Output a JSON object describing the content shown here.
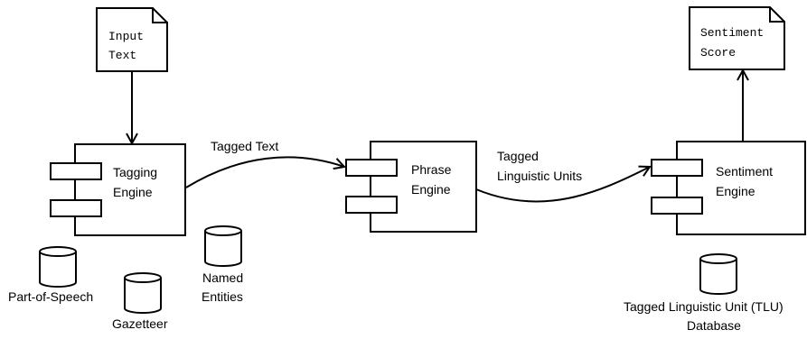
{
  "input_doc": {
    "line1": "Input",
    "line2": "Text"
  },
  "output_doc": {
    "line1": "Sentiment",
    "line2": "Score"
  },
  "tagging_engine": {
    "line1": "Tagging",
    "line2": "Engine"
  },
  "phrase_engine": {
    "line1": "Phrase",
    "line2": "Engine"
  },
  "sentiment_engine": {
    "line1": "Sentiment",
    "line2": "Engine"
  },
  "edges": {
    "tagged_text": "Tagged Text",
    "tagged_units_line1": "Tagged",
    "tagged_units_line2": "Linguistic Units"
  },
  "databases": {
    "pos": "Part-of-Speech",
    "gazetteer": "Gazetteer",
    "named_entities_line1": "Named",
    "named_entities_line2": "Entities",
    "tlu_line1": "Tagged Linguistic Unit (TLU)",
    "tlu_line2": "Database"
  }
}
